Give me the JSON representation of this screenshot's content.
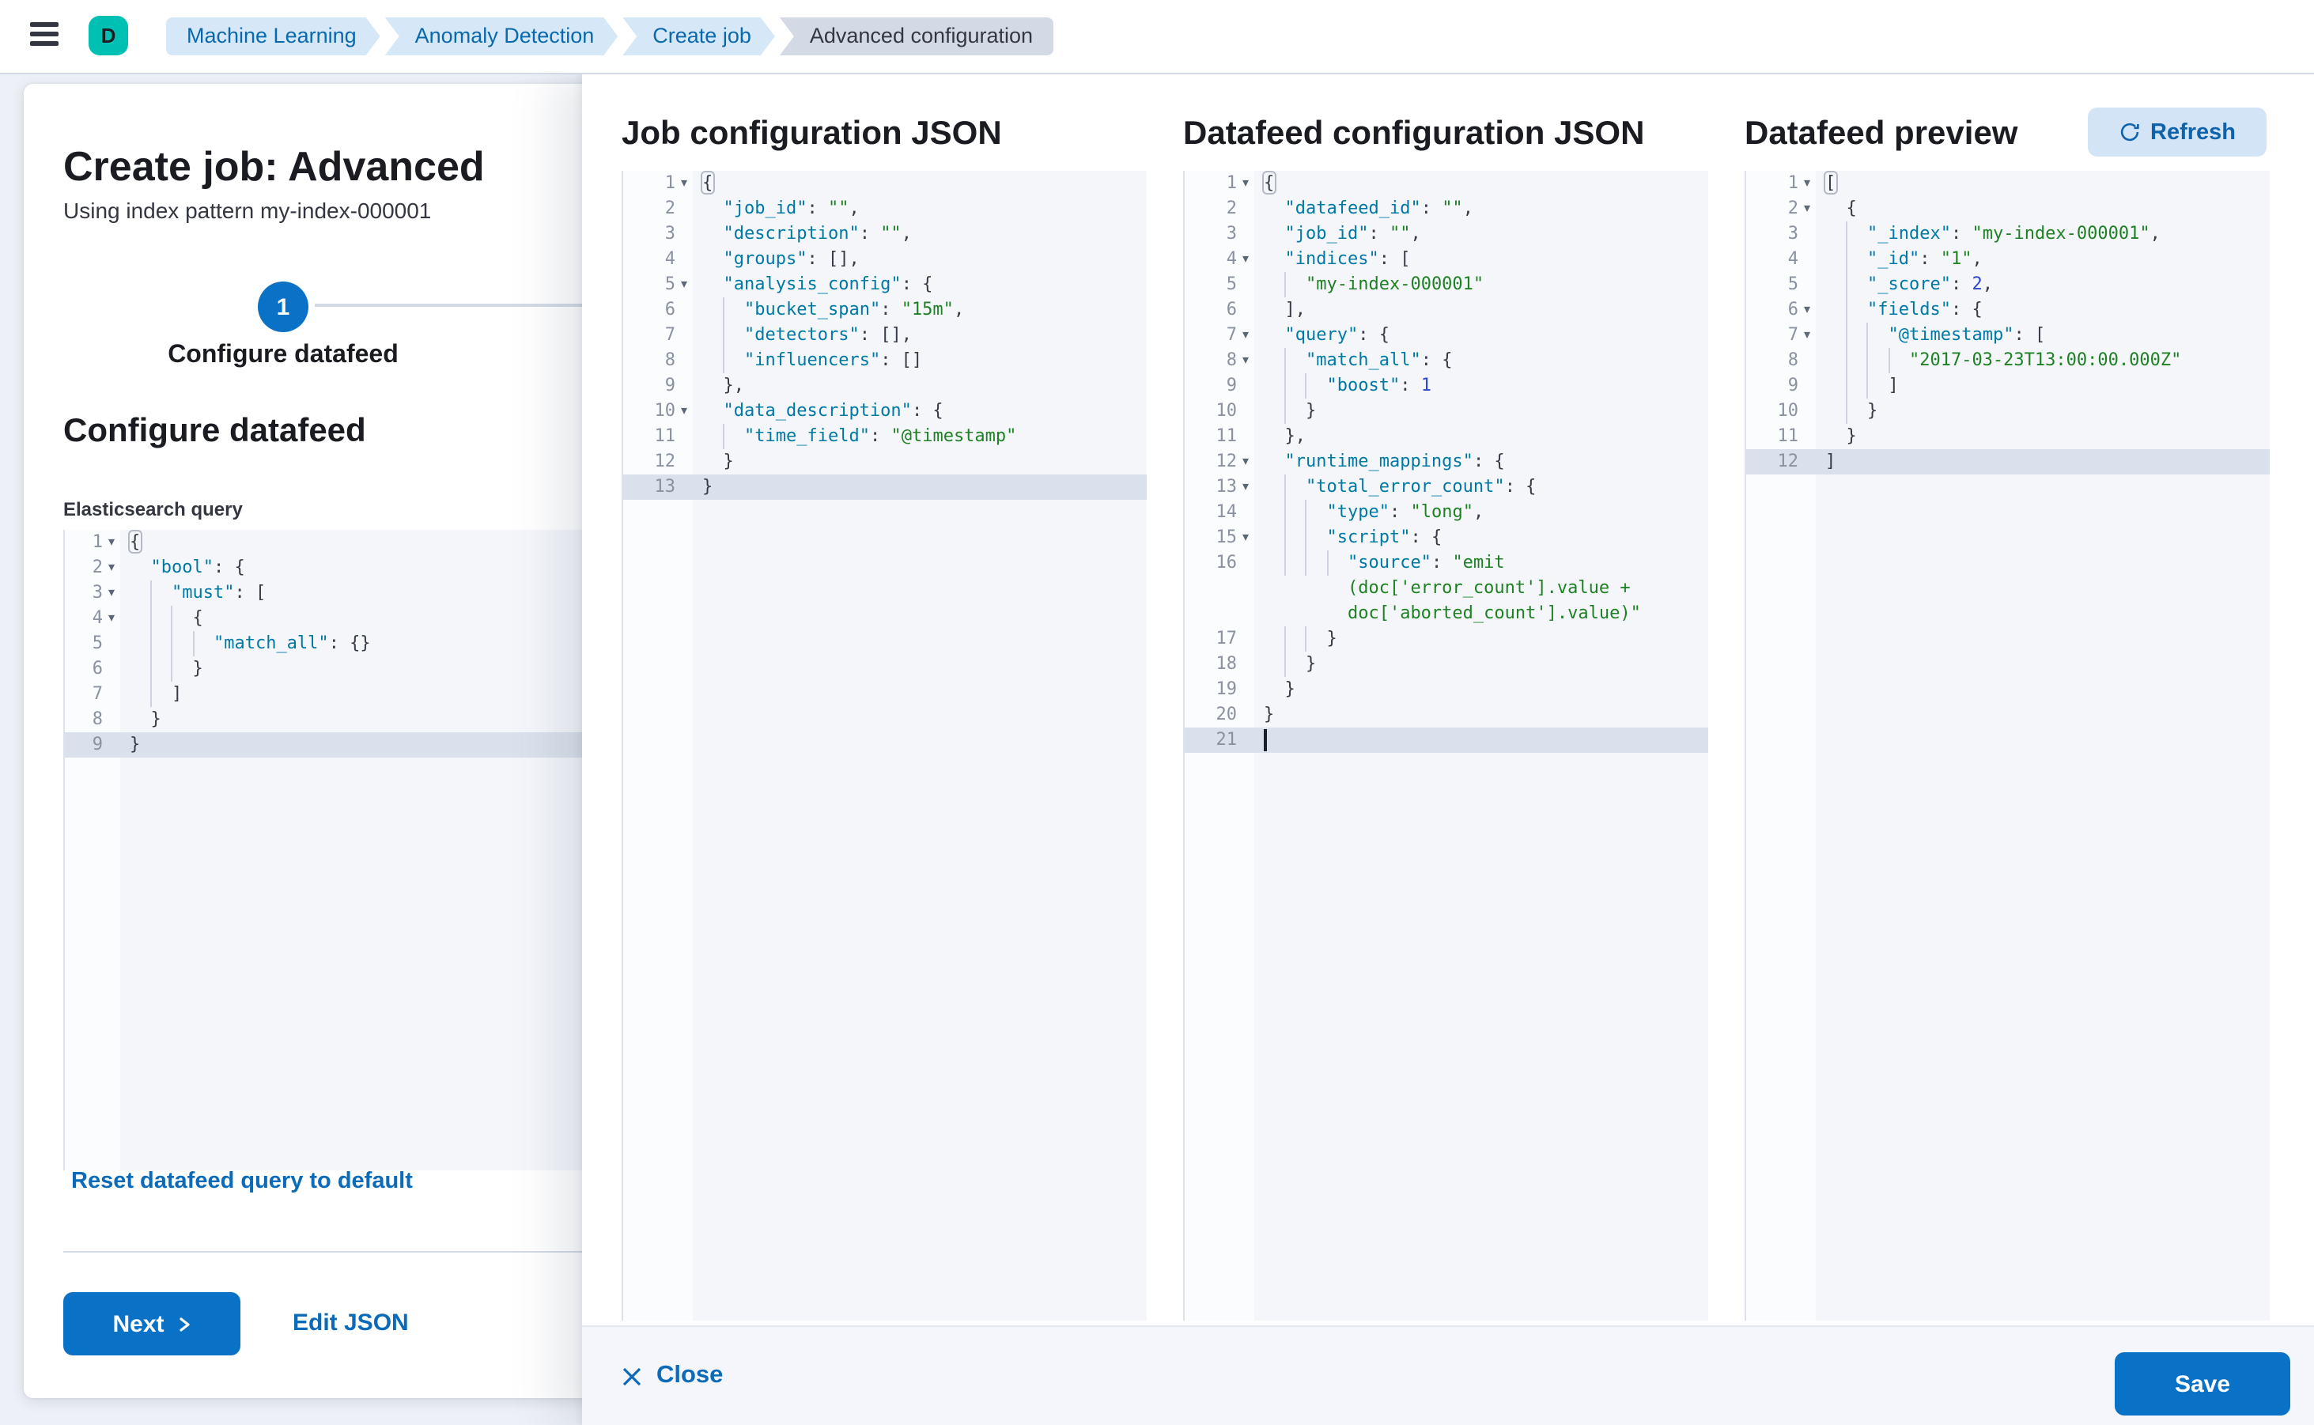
{
  "header": {
    "avatar_letter": "D",
    "breadcrumbs": [
      {
        "label": "Machine Learning"
      },
      {
        "label": "Anomaly Detection"
      },
      {
        "label": "Create job"
      },
      {
        "label": "Advanced configuration",
        "current": true
      }
    ]
  },
  "wizard": {
    "title": "Create job: Advanced",
    "subtitle": "Using index pattern my-index-000001",
    "step_number": "1",
    "step_label": "Configure datafeed",
    "section_heading": "Configure datafeed",
    "query_label": "Elasticsearch query",
    "reset_link": "Reset datafeed query to default",
    "next_label": "Next",
    "edit_json_label": "Edit JSON"
  },
  "footer": {
    "close_label": "Close",
    "save_label": "Save"
  },
  "colors": {
    "primary_fill": "#0a72c6",
    "link_blue": "#0c6bb8",
    "accent_teal": "#00bfb3",
    "breadcrumb_bg": "#d6e8f7",
    "breadcrumb_current_bg": "#d3dae6",
    "code_key": "#0079a5",
    "code_string": "#1e8124",
    "code_number": "#2c46c8",
    "active_line_bg": "#dbe1ec"
  },
  "editors": {
    "es_query": {
      "rows": [
        {
          "n": "1",
          "fold": 1,
          "segs": [
            [
              "b",
              "{"
            ]
          ]
        },
        {
          "n": "2",
          "fold": 1,
          "segs": [
            [
              "p",
              "  "
            ],
            [
              "k",
              "\"bool\""
            ],
            [
              "p",
              ": {"
            ]
          ]
        },
        {
          "n": "3",
          "fold": 1,
          "g": 1,
          "segs": [
            [
              "p",
              "    "
            ],
            [
              "k",
              "\"must\""
            ],
            [
              "p",
              ": ["
            ]
          ]
        },
        {
          "n": "4",
          "fold": 1,
          "g": 2,
          "segs": [
            [
              "p",
              "      {"
            ]
          ]
        },
        {
          "n": "5",
          "g": 3,
          "segs": [
            [
              "p",
              "        "
            ],
            [
              "k",
              "\"match_all\""
            ],
            [
              "p",
              ": {}"
            ]
          ]
        },
        {
          "n": "6",
          "g": 2,
          "segs": [
            [
              "p",
              "      }"
            ]
          ]
        },
        {
          "n": "7",
          "g": 1,
          "segs": [
            [
              "p",
              "    ]"
            ]
          ]
        },
        {
          "n": "8",
          "segs": [
            [
              "p",
              "  }"
            ]
          ]
        },
        {
          "n": "9",
          "a": 1,
          "segs": [
            [
              "p",
              "}"
            ]
          ]
        }
      ]
    },
    "job_config": {
      "heading": "Job configuration JSON",
      "rows": [
        {
          "n": "1",
          "fold": 1,
          "segs": [
            [
              "b",
              "{"
            ]
          ]
        },
        {
          "n": "2",
          "segs": [
            [
              "p",
              "  "
            ],
            [
              "k",
              "\"job_id\""
            ],
            [
              "p",
              ": "
            ],
            [
              "s",
              "\"\""
            ],
            [
              "p",
              ","
            ]
          ]
        },
        {
          "n": "3",
          "segs": [
            [
              "p",
              "  "
            ],
            [
              "k",
              "\"description\""
            ],
            [
              "p",
              ": "
            ],
            [
              "s",
              "\"\""
            ],
            [
              "p",
              ","
            ]
          ]
        },
        {
          "n": "4",
          "segs": [
            [
              "p",
              "  "
            ],
            [
              "k",
              "\"groups\""
            ],
            [
              "p",
              ": [],"
            ]
          ]
        },
        {
          "n": "5",
          "fold": 1,
          "segs": [
            [
              "p",
              "  "
            ],
            [
              "k",
              "\"analysis_config\""
            ],
            [
              "p",
              ": {"
            ]
          ]
        },
        {
          "n": "6",
          "g": 1,
          "segs": [
            [
              "p",
              "    "
            ],
            [
              "k",
              "\"bucket_span\""
            ],
            [
              "p",
              ": "
            ],
            [
              "s",
              "\"15m\""
            ],
            [
              "p",
              ","
            ]
          ]
        },
        {
          "n": "7",
          "g": 1,
          "segs": [
            [
              "p",
              "    "
            ],
            [
              "k",
              "\"detectors\""
            ],
            [
              "p",
              ": [],"
            ]
          ]
        },
        {
          "n": "8",
          "g": 1,
          "segs": [
            [
              "p",
              "    "
            ],
            [
              "k",
              "\"influencers\""
            ],
            [
              "p",
              ": []"
            ]
          ]
        },
        {
          "n": "9",
          "segs": [
            [
              "p",
              "  },"
            ]
          ]
        },
        {
          "n": "10",
          "fold": 1,
          "segs": [
            [
              "p",
              "  "
            ],
            [
              "k",
              "\"data_description\""
            ],
            [
              "p",
              ": {"
            ]
          ]
        },
        {
          "n": "11",
          "g": 1,
          "segs": [
            [
              "p",
              "    "
            ],
            [
              "k",
              "\"time_field\""
            ],
            [
              "p",
              ": "
            ],
            [
              "s",
              "\"@timestamp\""
            ]
          ]
        },
        {
          "n": "12",
          "segs": [
            [
              "p",
              "  }"
            ]
          ]
        },
        {
          "n": "13",
          "a": 1,
          "segs": [
            [
              "p",
              "}"
            ]
          ]
        }
      ]
    },
    "datafeed_config": {
      "heading": "Datafeed configuration JSON",
      "rows": [
        {
          "n": "1",
          "fold": 1,
          "segs": [
            [
              "b",
              "{"
            ]
          ]
        },
        {
          "n": "2",
          "segs": [
            [
              "p",
              "  "
            ],
            [
              "k",
              "\"datafeed_id\""
            ],
            [
              "p",
              ": "
            ],
            [
              "s",
              "\"\""
            ],
            [
              "p",
              ","
            ]
          ]
        },
        {
          "n": "3",
          "segs": [
            [
              "p",
              "  "
            ],
            [
              "k",
              "\"job_id\""
            ],
            [
              "p",
              ": "
            ],
            [
              "s",
              "\"\""
            ],
            [
              "p",
              ","
            ]
          ]
        },
        {
          "n": "4",
          "fold": 1,
          "segs": [
            [
              "p",
              "  "
            ],
            [
              "k",
              "\"indices\""
            ],
            [
              "p",
              ": ["
            ]
          ]
        },
        {
          "n": "5",
          "g": 1,
          "segs": [
            [
              "p",
              "    "
            ],
            [
              "s",
              "\"my-index-000001\""
            ]
          ]
        },
        {
          "n": "6",
          "segs": [
            [
              "p",
              "  ],"
            ]
          ]
        },
        {
          "n": "7",
          "fold": 1,
          "segs": [
            [
              "p",
              "  "
            ],
            [
              "k",
              "\"query\""
            ],
            [
              "p",
              ": {"
            ]
          ]
        },
        {
          "n": "8",
          "fold": 1,
          "g": 1,
          "segs": [
            [
              "p",
              "    "
            ],
            [
              "k",
              "\"match_all\""
            ],
            [
              "p",
              ": {"
            ]
          ]
        },
        {
          "n": "9",
          "g": 2,
          "segs": [
            [
              "p",
              "      "
            ],
            [
              "k",
              "\"boost\""
            ],
            [
              "p",
              ": "
            ],
            [
              "n",
              "1"
            ]
          ]
        },
        {
          "n": "10",
          "g": 1,
          "segs": [
            [
              "p",
              "    }"
            ]
          ]
        },
        {
          "n": "11",
          "segs": [
            [
              "p",
              "  },"
            ]
          ]
        },
        {
          "n": "12",
          "fold": 1,
          "segs": [
            [
              "p",
              "  "
            ],
            [
              "k",
              "\"runtime_mappings\""
            ],
            [
              "p",
              ": {"
            ]
          ]
        },
        {
          "n": "13",
          "fold": 1,
          "g": 1,
          "segs": [
            [
              "p",
              "    "
            ],
            [
              "k",
              "\"total_error_count\""
            ],
            [
              "p",
              ": {"
            ]
          ]
        },
        {
          "n": "14",
          "g": 2,
          "segs": [
            [
              "p",
              "      "
            ],
            [
              "k",
              "\"type\""
            ],
            [
              "p",
              ": "
            ],
            [
              "s",
              "\"long\""
            ],
            [
              "p",
              ","
            ]
          ]
        },
        {
          "n": "15",
          "fold": 1,
          "g": 2,
          "segs": [
            [
              "p",
              "      "
            ],
            [
              "k",
              "\"script\""
            ],
            [
              "p",
              ": {"
            ]
          ]
        },
        {
          "n": "16",
          "g": 3,
          "segs": [
            [
              "p",
              "        "
            ],
            [
              "k",
              "\"source\""
            ],
            [
              "p",
              ": "
            ],
            [
              "s",
              "\"emit"
            ]
          ]
        },
        {
          "n": "",
          "segs": [
            [
              "p",
              "        "
            ],
            [
              "s",
              "(doc['error_count'].value +"
            ]
          ]
        },
        {
          "n": "",
          "segs": [
            [
              "p",
              "        "
            ],
            [
              "s",
              "doc['aborted_count'].value)\""
            ]
          ]
        },
        {
          "n": "17",
          "g": 2,
          "segs": [
            [
              "p",
              "      }"
            ]
          ]
        },
        {
          "n": "18",
          "g": 1,
          "segs": [
            [
              "p",
              "    }"
            ]
          ]
        },
        {
          "n": "19",
          "segs": [
            [
              "p",
              "  }"
            ]
          ]
        },
        {
          "n": "20",
          "segs": [
            [
              "p",
              "}"
            ]
          ]
        },
        {
          "n": "21",
          "a": 1,
          "cur": 1,
          "segs": []
        }
      ]
    },
    "preview": {
      "heading": "Datafeed preview",
      "refresh_label": "Refresh",
      "rows": [
        {
          "n": "1",
          "fold": 1,
          "segs": [
            [
              "b",
              "["
            ]
          ]
        },
        {
          "n": "2",
          "fold": 1,
          "segs": [
            [
              "p",
              "  {"
            ]
          ]
        },
        {
          "n": "3",
          "g": 1,
          "segs": [
            [
              "p",
              "    "
            ],
            [
              "k",
              "\"_index\""
            ],
            [
              "p",
              ": "
            ],
            [
              "s",
              "\"my-index-000001\""
            ],
            [
              "p",
              ","
            ]
          ]
        },
        {
          "n": "4",
          "g": 1,
          "segs": [
            [
              "p",
              "    "
            ],
            [
              "k",
              "\"_id\""
            ],
            [
              "p",
              ": "
            ],
            [
              "s",
              "\"1\""
            ],
            [
              "p",
              ","
            ]
          ]
        },
        {
          "n": "5",
          "g": 1,
          "segs": [
            [
              "p",
              "    "
            ],
            [
              "k",
              "\"_score\""
            ],
            [
              "p",
              ": "
            ],
            [
              "n",
              "2"
            ],
            [
              "p",
              ","
            ]
          ]
        },
        {
          "n": "6",
          "fold": 1,
          "g": 1,
          "segs": [
            [
              "p",
              "    "
            ],
            [
              "k",
              "\"fields\""
            ],
            [
              "p",
              ": {"
            ]
          ]
        },
        {
          "n": "7",
          "fold": 1,
          "g": 2,
          "segs": [
            [
              "p",
              "      "
            ],
            [
              "k",
              "\"@timestamp\""
            ],
            [
              "p",
              ": ["
            ]
          ]
        },
        {
          "n": "8",
          "g": 3,
          "segs": [
            [
              "p",
              "        "
            ],
            [
              "s",
              "\"2017-03-23T13:00:00.000Z\""
            ]
          ]
        },
        {
          "n": "9",
          "g": 2,
          "segs": [
            [
              "p",
              "      ]"
            ]
          ]
        },
        {
          "n": "10",
          "g": 1,
          "segs": [
            [
              "p",
              "    }"
            ]
          ]
        },
        {
          "n": "11",
          "segs": [
            [
              "p",
              "  }"
            ]
          ]
        },
        {
          "n": "12",
          "a": 1,
          "segs": [
            [
              "p",
              "]"
            ]
          ]
        }
      ]
    }
  }
}
